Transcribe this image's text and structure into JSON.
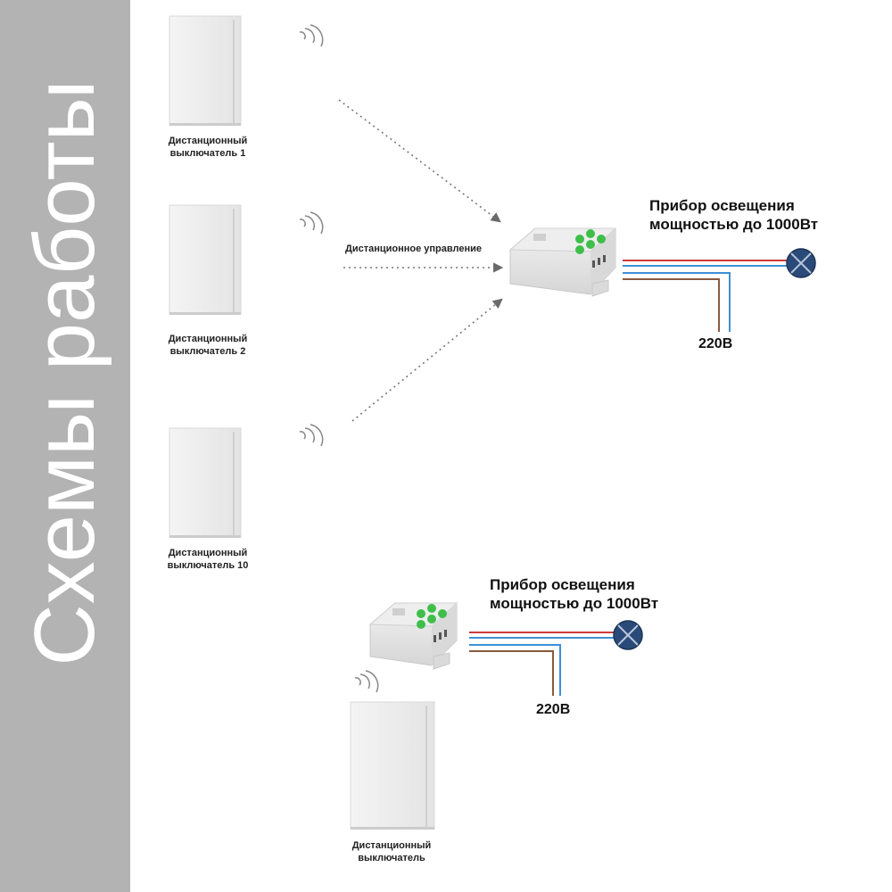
{
  "sidebar": {
    "title": "Схемы работы"
  },
  "diagram1": {
    "switches": [
      {
        "line1": "Дистанционный",
        "line2": "выключатель 1"
      },
      {
        "line1": "Дистанционный",
        "line2": "выключатель 2"
      },
      {
        "line1": "Дистанционный",
        "line2": "выключатель 10"
      }
    ],
    "remote_label": "Дистанционное управление",
    "lamp": {
      "line1": "Прибор освещения",
      "line2": "мощностью до 1000Вт"
    },
    "voltage": "220В"
  },
  "diagram2": {
    "switch": {
      "line1": "Дистанционный",
      "line2": "выключатель"
    },
    "lamp": {
      "line1": "Прибор освещения",
      "line2": "мощностью до 1000Вт"
    },
    "voltage": "220В"
  },
  "colors": {
    "sidebar_bg": "#b3b3b3",
    "wire_red": "#cc3b3b",
    "wire_blue": "#3e8fd6",
    "wire_brown": "#8a5a3c",
    "lamp_fill": "#2a4a7a",
    "button_green": "#3fbf4a"
  }
}
